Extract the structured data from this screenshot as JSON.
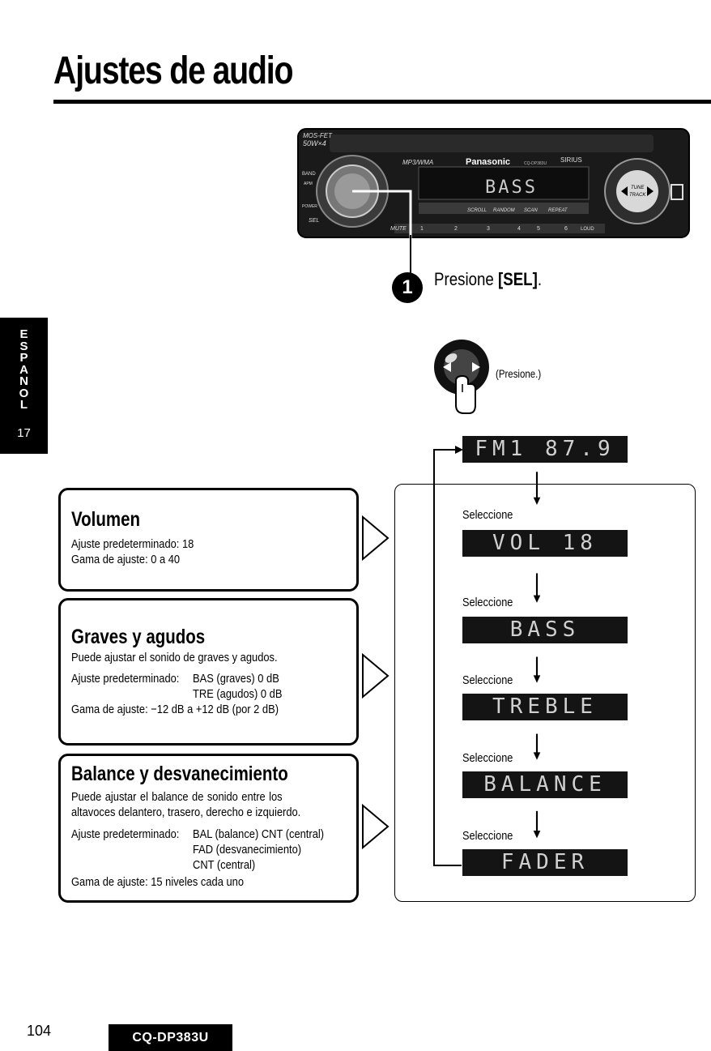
{
  "page": {
    "title": "Ajustes de audio",
    "side_tab": {
      "letters": [
        "E",
        "S",
        "P",
        "A",
        "N",
        "O",
        "L"
      ],
      "number": "17"
    },
    "page_number": "104",
    "model": "CQ-DP383U"
  },
  "radio": {
    "brand": "Panasonic",
    "display": "BASS",
    "labels": {
      "mosfet": "MOS-FET",
      "watts": "50W×4",
      "format": "MP3/WMA",
      "model_small": "CQ-DP383U",
      "sirius": "SIRIUS",
      "tune": "TUNE",
      "track": "TRACK",
      "band": "BAND",
      "apm": "APM",
      "power": "POWER",
      "sel": "SEL",
      "mute": "MUTE",
      "scroll": "SCROLL",
      "random": "RANDOM",
      "scan": "SCAN",
      "repeat": "REPEAT",
      "loud": "LOUD",
      "presets": [
        "1",
        "2",
        "3",
        "4",
        "5",
        "6"
      ]
    }
  },
  "step1": {
    "number": "1",
    "text_prefix": "Presione ",
    "text_key": "[SEL]",
    "text_suffix": "."
  },
  "press_label": "(Presione.)",
  "boxes": {
    "volume": {
      "title": "Volumen",
      "lines": [
        "Ajuste predeterminado: 18",
        "Gama de ajuste: 0 a 40"
      ]
    },
    "bass_treble": {
      "title": "Graves y agudos",
      "intro": "Puede ajustar el sonido de graves y agudos.",
      "default_label": "Ajuste predeterminado:",
      "default_1": "BAS (graves) 0 dB",
      "default_2": "TRE (agudos) 0 dB",
      "range": "Gama de ajuste: −12 dB a +12 dB (por 2 dB)"
    },
    "balance_fader": {
      "title": "Balance y desvanecimiento",
      "intro_1": "Puede  ajustar  el  balance  de  sonido  entre  los",
      "intro_2": "altavoces delantero, trasero, derecho e izquierdo.",
      "default_label": "Ajuste predeterminado:",
      "default_1": "BAL (balance) CNT (central)",
      "default_2": "FAD (desvanecimiento)",
      "default_3": "CNT (central)",
      "range": "Gama de ajuste: 15 niveles cada uno"
    }
  },
  "flow": {
    "start_display": "FM1  87.9",
    "select_label": "Seleccione",
    "steps": [
      {
        "display": "VOL   18"
      },
      {
        "display": "BASS"
      },
      {
        "display": "TREBLE"
      },
      {
        "display": "BALANCE"
      },
      {
        "display": "FADER"
      }
    ]
  }
}
